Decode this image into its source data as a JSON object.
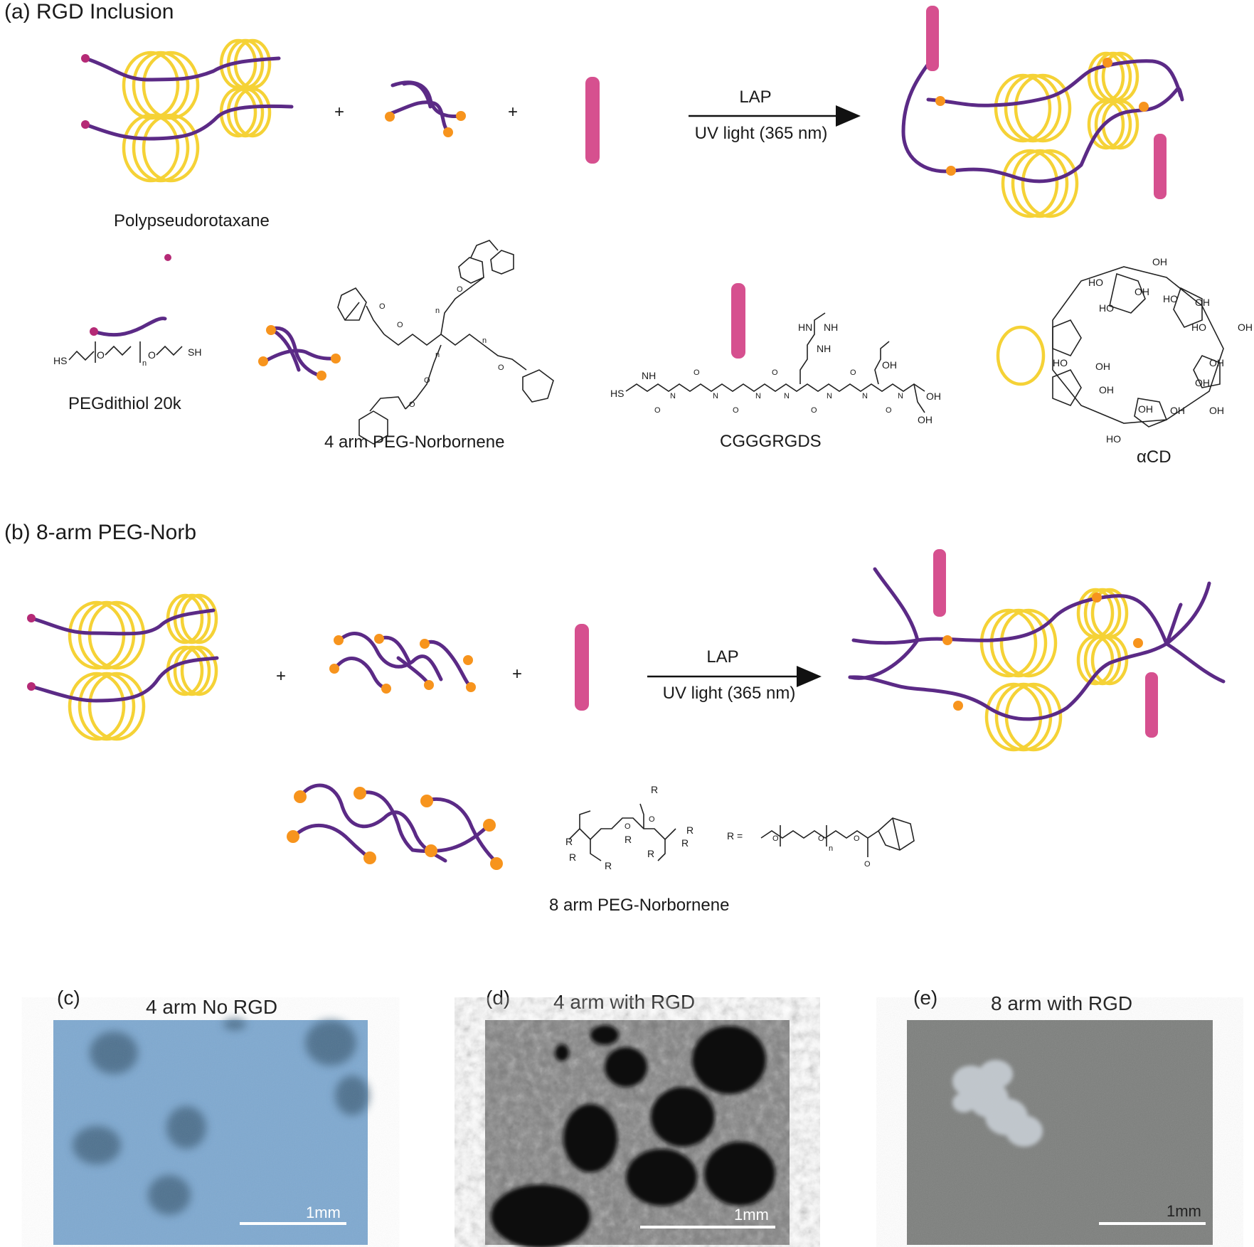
{
  "panel_a": {
    "title": "(a) RGD Inclusion",
    "reactant_plus": "+",
    "arrow_top": "LAP",
    "arrow_bottom": "UV light (365 nm)",
    "polypseudorotaxane_label": "Polypseudorotaxane",
    "pegdithiol_label": "PEGdithiol 20k",
    "peg4_label": "4 arm PEG-Norbornene",
    "cgggrgds_label": "CGGGRGDS",
    "acd_label": "αCD",
    "chem_hs": "HS",
    "chem_sh": "SH",
    "chem_n": "n"
  },
  "panel_b": {
    "title": "(b) 8-arm PEG-Norb",
    "reactant_plus": "+",
    "arrow_top": "LAP",
    "arrow_bottom": "UV light (365 nm)",
    "peg8_label": "8 arm PEG-Norbornene",
    "r_def": "R ="
  },
  "micrographs": [
    {
      "letter": "(c)",
      "title": "4 arm No RGD",
      "scale": "1mm"
    },
    {
      "letter": "(d)",
      "title": "4 arm with RGD",
      "scale": "1mm"
    },
    {
      "letter": "(e)",
      "title": "8 arm with RGD",
      "scale": "1mm"
    }
  ],
  "colors": {
    "chain": "#5b2a86",
    "cyclodextrin_ring": "#f5d236",
    "rgd_peptide": "#d6508f",
    "norbornene_end": "#f7941d",
    "micrograph_c_bg": "#7fa9d0",
    "micrograph_d_bg": "#6e6e6e",
    "micrograph_e_bg": "#7d7f7d"
  }
}
